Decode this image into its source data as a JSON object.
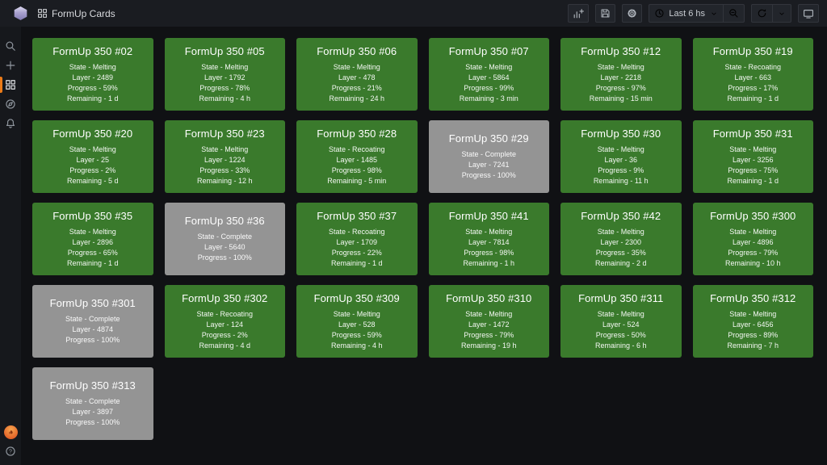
{
  "topbar": {
    "dashboard_title": "FormUp Cards",
    "time_range": "Last 6 hs",
    "tools": [
      "add-panel",
      "save-dashboard",
      "dashboard-settings",
      "time-range-picker",
      "zoom-out-time",
      "refresh",
      "refresh-interval",
      "cycle-view-mode"
    ]
  },
  "sidebar": {
    "items": [
      "search",
      "create",
      "dashboards",
      "explore",
      "alerting"
    ],
    "active_item": "dashboards",
    "bottom_items": [
      "profile",
      "help"
    ],
    "help_glyph": "?"
  },
  "labels": {
    "state": "State",
    "layer": "Layer",
    "progress": "Progress",
    "remaining": "Remaining"
  },
  "colors": {
    "running_card": "#3a7a2c",
    "complete_card": "#949494",
    "active_indicator": "#eb7b18",
    "topbar_bg": "#1a1c21",
    "canvas_bg": "#101114"
  },
  "cards": [
    {
      "title": "FormUp 350 #02",
      "state": "Melting",
      "layer": "2489",
      "progress": "59%",
      "remaining": "1 d"
    },
    {
      "title": "FormUp 350 #05",
      "state": "Melting",
      "layer": "1792",
      "progress": "78%",
      "remaining": "4 h"
    },
    {
      "title": "FormUp 350 #06",
      "state": "Melting",
      "layer": "478",
      "progress": "21%",
      "remaining": "24 h"
    },
    {
      "title": "FormUp 350 #07",
      "state": "Melting",
      "layer": "5864",
      "progress": "99%",
      "remaining": "3 min"
    },
    {
      "title": "FormUp 350 #12",
      "state": "Melting",
      "layer": "2218",
      "progress": "97%",
      "remaining": "15 min"
    },
    {
      "title": "FormUp 350 #19",
      "state": "Recoating",
      "layer": "663",
      "progress": "17%",
      "remaining": "1 d"
    },
    {
      "title": "FormUp 350 #20",
      "state": "Melting",
      "layer": "25",
      "progress": "2%",
      "remaining": "5 d"
    },
    {
      "title": "FormUp 350 #23",
      "state": "Melting",
      "layer": "1224",
      "progress": "33%",
      "remaining": "12 h"
    },
    {
      "title": "FormUp 350 #28",
      "state": "Recoating",
      "layer": "1485",
      "progress": "98%",
      "remaining": "5 min"
    },
    {
      "title": "FormUp 350 #29",
      "state": "Complete",
      "layer": "7241",
      "progress": "100%",
      "remaining": null
    },
    {
      "title": "FormUp 350 #30",
      "state": "Melting",
      "layer": "36",
      "progress": "9%",
      "remaining": "11 h"
    },
    {
      "title": "FormUp 350 #31",
      "state": "Melting",
      "layer": "3256",
      "progress": "75%",
      "remaining": "1 d"
    },
    {
      "title": "FormUp 350 #35",
      "state": "Melting",
      "layer": "2896",
      "progress": "65%",
      "remaining": "1 d"
    },
    {
      "title": "FormUp 350 #36",
      "state": "Complete",
      "layer": "5640",
      "progress": "100%",
      "remaining": null
    },
    {
      "title": "FormUp 350 #37",
      "state": "Recoating",
      "layer": "1709",
      "progress": "22%",
      "remaining": "1 d"
    },
    {
      "title": "FormUp 350 #41",
      "state": "Melting",
      "layer": "7814",
      "progress": "98%",
      "remaining": "1 h"
    },
    {
      "title": "FormUp 350 #42",
      "state": "Melting",
      "layer": "2300",
      "progress": "35%",
      "remaining": "2 d"
    },
    {
      "title": "FormUp 350 #300",
      "state": "Melting",
      "layer": "4896",
      "progress": "79%",
      "remaining": "10 h"
    },
    {
      "title": "FormUp 350 #301",
      "state": "Complete",
      "layer": "4874",
      "progress": "100%",
      "remaining": null
    },
    {
      "title": "FormUp 350 #302",
      "state": "Recoating",
      "layer": "124",
      "progress": "2%",
      "remaining": "4 d"
    },
    {
      "title": "FormUp 350 #309",
      "state": "Melting",
      "layer": "528",
      "progress": "59%",
      "remaining": "4 h"
    },
    {
      "title": "FormUp 350 #310",
      "state": "Melting",
      "layer": "1472",
      "progress": "79%",
      "remaining": "19 h"
    },
    {
      "title": "FormUp 350 #311",
      "state": "Melting",
      "layer": "524",
      "progress": "50%",
      "remaining": "6 h"
    },
    {
      "title": "FormUp 350 #312",
      "state": "Melting",
      "layer": "6456",
      "progress": "89%",
      "remaining": "7 h"
    },
    {
      "title": "FormUp 350 #313",
      "state": "Complete",
      "layer": "3897",
      "progress": "100%",
      "remaining": null
    }
  ]
}
